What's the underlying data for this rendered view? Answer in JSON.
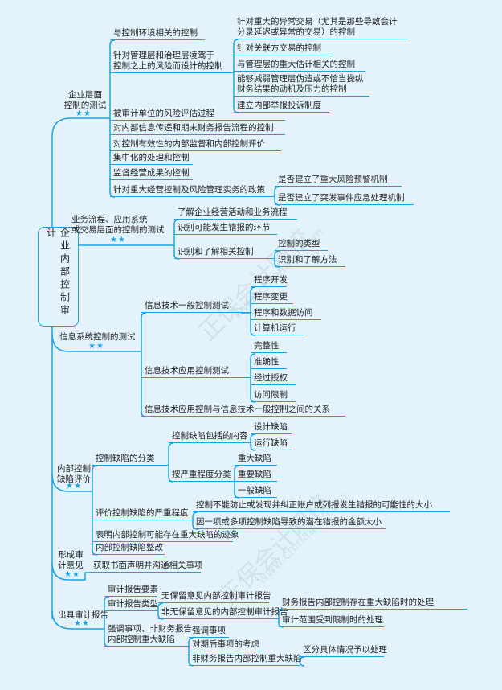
{
  "root": "企业内部控制审计",
  "stars": "★★",
  "watermark": {
    "cn": "正保会计网校",
    "url": "www.chinaacc.com"
  },
  "b1": {
    "label": "企业层面\n控制的测试",
    "items": [
      "与控制环境相关的控制",
      "针对管理层和治理层凌驾于\n控制之上的风险而设计的控制",
      "被审计单位的风险评估过程",
      "对内部信息传递和期末财务报告流程的控制",
      "对控制有效性的内部监督和内部控制评价",
      "集中化的处理和控制",
      "监督经营成果的控制",
      "针对重大经营控制及风险管理实务的政策"
    ],
    "sub1": [
      "针对重大的异常交易（尤其是那些导致会计\n分录延迟或异常的交易）的控制",
      "针对关联方交易的控制",
      "与管理层的重大估计相关的控制",
      "能够减弱管理层伪造或不恰当操纵\n财务结果的动机及压力的控制",
      "建立内部举报投诉制度"
    ],
    "sub7": [
      "是否建立了重大风险预警机制",
      "是否建立了突发事件应急处理机制"
    ]
  },
  "b2": {
    "label": "业务流程、应用系统\n或交易层面的控制的测试",
    "items": [
      "了解企业经营活动和业务流程",
      "识别可能发生错报的环节",
      "识别和了解相关控制"
    ],
    "sub2": [
      "控制的类型",
      "识别和了解方法"
    ]
  },
  "b3": {
    "label": "信息系统控制的测试",
    "items": [
      "信息技术一般控制测试",
      "信息技术应用控制测试",
      "信息技术应用控制与信息技术一般控制之间的关系"
    ],
    "sub0": [
      "程序开发",
      "程序变更",
      "程序和数据访问",
      "计算机运行"
    ],
    "sub1": [
      "完整性",
      "准确性",
      "经过授权",
      "访问限制"
    ]
  },
  "b4": {
    "label": "内部控制\n缺陷评价",
    "items": [
      "控制缺陷的分类",
      "评价控制缺陷的严重程度",
      "表明内部控制可能存在重大缺陷的迹象",
      "内部控制缺陷整改"
    ],
    "sub0": [
      "控制缺陷包括的内容",
      "按严重程度分类"
    ],
    "sub0a": [
      "设计缺陷",
      "运行缺陷"
    ],
    "sub0b": [
      "重大缺陷",
      "重要缺陷",
      "一般缺陷"
    ],
    "sub1": [
      "控制不能防止或发现并纠正账户或列报发生错报的可能性的大小",
      "因一项或多项控制缺陷导致的潜在错报的金额大小"
    ]
  },
  "b5": {
    "label": "形成审\n计意见",
    "items": [
      "获取书面声明并沟通相关事项"
    ]
  },
  "b6": {
    "label": "出具审计报告",
    "items": [
      "审计报告要素",
      "审计报告类型",
      "强调事项、非财务报告\n内部控制重大缺陷"
    ],
    "sub1": [
      "无保留意见内部控制审计报告",
      "非无保留意见的内部控制审计报告"
    ],
    "sub1b": [
      "财务报告内部控制存在重大缺陷时的处理",
      "审计范围受到限制时的处理"
    ],
    "sub2": [
      "强调事项",
      "对期后事项的考虑",
      "非财务报告内部控制重大缺陷"
    ],
    "sub2c": [
      "区分具体情况予以处理"
    ]
  }
}
